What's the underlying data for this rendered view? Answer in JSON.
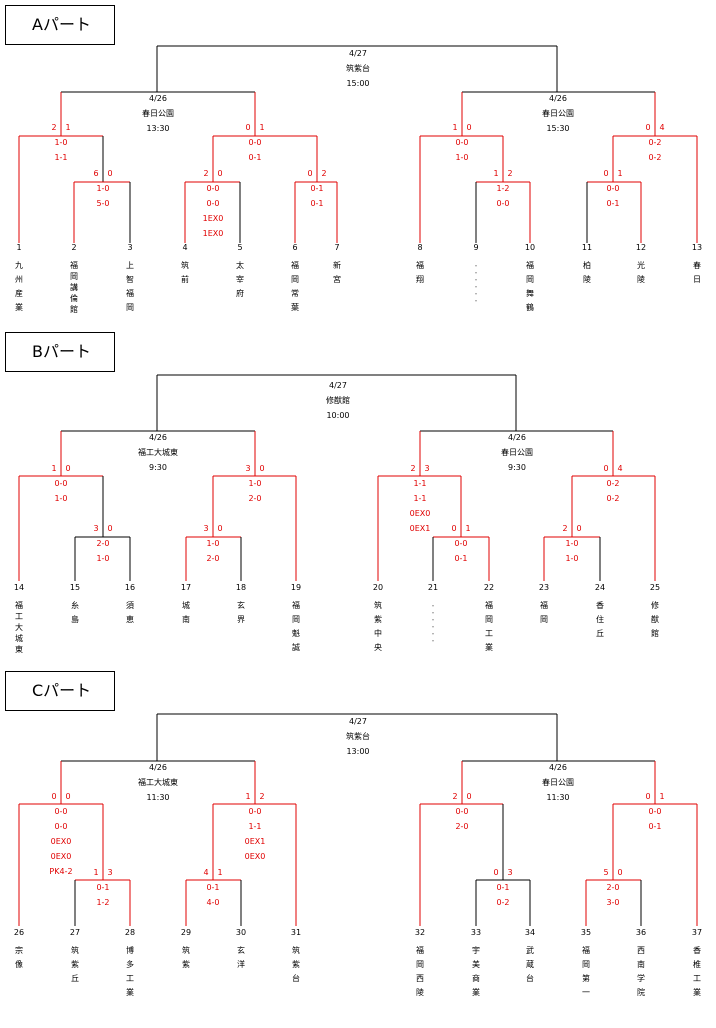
{
  "parts": [
    {
      "title": "Aパート",
      "final": {
        "date": "4/27",
        "venue": "筑紫台",
        "time": "15:00"
      },
      "semis": [
        {
          "date": "4/26",
          "venue": "春日公園",
          "time": "13:30"
        },
        {
          "date": "4/26",
          "venue": "春日公園",
          "time": "15:30"
        }
      ],
      "teams": [
        {
          "no": "1",
          "name": "九州産業"
        },
        {
          "no": "2",
          "name": "福岡講倫館"
        },
        {
          "no": "3",
          "name": "上智福岡"
        },
        {
          "no": "4",
          "name": "筑前"
        },
        {
          "no": "5",
          "name": "太宰府"
        },
        {
          "no": "6",
          "name": "福岡常葉"
        },
        {
          "no": "7",
          "name": "新宮"
        },
        {
          "no": "8",
          "name": "福翔"
        },
        {
          "no": "9",
          "name": "・・・・・・"
        },
        {
          "no": "10",
          "name": "福岡舞鶴"
        },
        {
          "no": "11",
          "name": "柏陵"
        },
        {
          "no": "12",
          "name": "光陵"
        },
        {
          "no": "13",
          "name": "春日"
        }
      ],
      "scores": [
        {
          "top": "2",
          "side": "1",
          "sets": [
            "1-0",
            "1-1"
          ]
        },
        {
          "top": "6",
          "side": "0",
          "sets": [
            "1-0",
            "5-0"
          ]
        },
        {
          "top": "0",
          "side": "1",
          "sets": [
            "0-0",
            "0-1"
          ]
        },
        {
          "top": "2",
          "side": "0",
          "sets": [
            "0-0",
            "0-0",
            "1EX0",
            "1EX0"
          ]
        },
        {
          "top": "0",
          "side": "2",
          "sets": [
            "0-1",
            "0-1"
          ]
        },
        {
          "top": "1",
          "side": "0",
          "sets": [
            "0-0",
            "1-0"
          ]
        },
        {
          "top": "1",
          "side": "2",
          "sets": [
            "1-2",
            "0-0"
          ]
        },
        {
          "top": "0",
          "side": "4",
          "sets": [
            "0-2",
            "0-2"
          ]
        },
        {
          "top": "0",
          "side": "1",
          "sets": [
            "0-0",
            "0-1"
          ]
        }
      ]
    },
    {
      "title": "Bパート",
      "final": {
        "date": "4/27",
        "venue": "修猷館",
        "time": "10:00"
      },
      "semis": [
        {
          "date": "4/26",
          "venue": "福工大城東",
          "time": "9:30"
        },
        {
          "date": "4/26",
          "venue": "春日公園",
          "time": "9:30"
        }
      ],
      "teams": [
        {
          "no": "14",
          "name": "福工大城東"
        },
        {
          "no": "15",
          "name": "糸島"
        },
        {
          "no": "16",
          "name": "須恵"
        },
        {
          "no": "17",
          "name": "城南"
        },
        {
          "no": "18",
          "name": "玄界"
        },
        {
          "no": "19",
          "name": "福岡魁誠"
        },
        {
          "no": "20",
          "name": "筑紫中央"
        },
        {
          "no": "21",
          "name": "・・・・・・"
        },
        {
          "no": "22",
          "name": "福岡工業"
        },
        {
          "no": "23",
          "name": "福岡"
        },
        {
          "no": "24",
          "name": "香住丘"
        },
        {
          "no": "25",
          "name": "修猷館"
        }
      ],
      "scores": [
        {
          "top": "1",
          "side": "0",
          "sets": [
            "0-0",
            "1-0"
          ]
        },
        {
          "top": "3",
          "side": "0",
          "sets": [
            "2-0",
            "1-0"
          ]
        },
        {
          "top": "3",
          "side": "0",
          "sets": [
            "1-0",
            "2-0"
          ]
        },
        {
          "top": "3",
          "side": "0",
          "sets": [
            "1-0",
            "2-0"
          ]
        },
        {
          "top": "2",
          "side": "3",
          "sets": [
            "1-1",
            "1-1",
            "0EX0",
            "0EX1"
          ]
        },
        {
          "top": "0",
          "side": "1",
          "sets": [
            "0-0",
            "0-1"
          ]
        },
        {
          "top": "0",
          "side": "4",
          "sets": [
            "0-2",
            "0-2"
          ]
        },
        {
          "top": "2",
          "side": "0",
          "sets": [
            "1-0",
            "1-0"
          ]
        }
      ]
    },
    {
      "title": "Cパート",
      "final": {
        "date": "4/27",
        "venue": "筑紫台",
        "time": "13:00"
      },
      "semis": [
        {
          "date": "4/26",
          "venue": "福工大城東",
          "time": "11:30"
        },
        {
          "date": "4/26",
          "venue": "春日公園",
          "time": "11:30"
        }
      ],
      "teams": [
        {
          "no": "26",
          "name": "宗像"
        },
        {
          "no": "27",
          "name": "筑紫丘"
        },
        {
          "no": "28",
          "name": "博多工業"
        },
        {
          "no": "29",
          "name": "筑紫"
        },
        {
          "no": "30",
          "name": "玄洋"
        },
        {
          "no": "31",
          "name": "筑紫台"
        },
        {
          "no": "32",
          "name": "福岡西陵"
        },
        {
          "no": "33",
          "name": "宇美商業"
        },
        {
          "no": "34",
          "name": "武蔵台"
        },
        {
          "no": "35",
          "name": "福岡第一"
        },
        {
          "no": "36",
          "name": "西南学院"
        },
        {
          "no": "37",
          "name": "香椎工業"
        }
      ],
      "scores": [
        {
          "top": "0",
          "side": "0",
          "sets": [
            "0-0",
            "0-0",
            "0EX0",
            "0EX0",
            "PK4-2"
          ]
        },
        {
          "top": "1",
          "side": "3",
          "sets": [
            "0-1",
            "1-2"
          ]
        },
        {
          "top": "1",
          "side": "2",
          "sets": [
            "0-0",
            "1-1",
            "0EX1",
            "0EX0"
          ]
        },
        {
          "top": "4",
          "side": "1",
          "sets": [
            "0-1",
            "4-0"
          ]
        },
        {
          "top": "2",
          "side": "0",
          "sets": [
            "0-0",
            "2-0"
          ]
        },
        {
          "top": "0",
          "side": "3",
          "sets": [
            "0-1",
            "0-2"
          ]
        },
        {
          "top": "0",
          "side": "1",
          "sets": [
            "0-0",
            "0-1"
          ]
        },
        {
          "top": "5",
          "side": "0",
          "sets": [
            "2-0",
            "3-0"
          ]
        }
      ]
    }
  ]
}
